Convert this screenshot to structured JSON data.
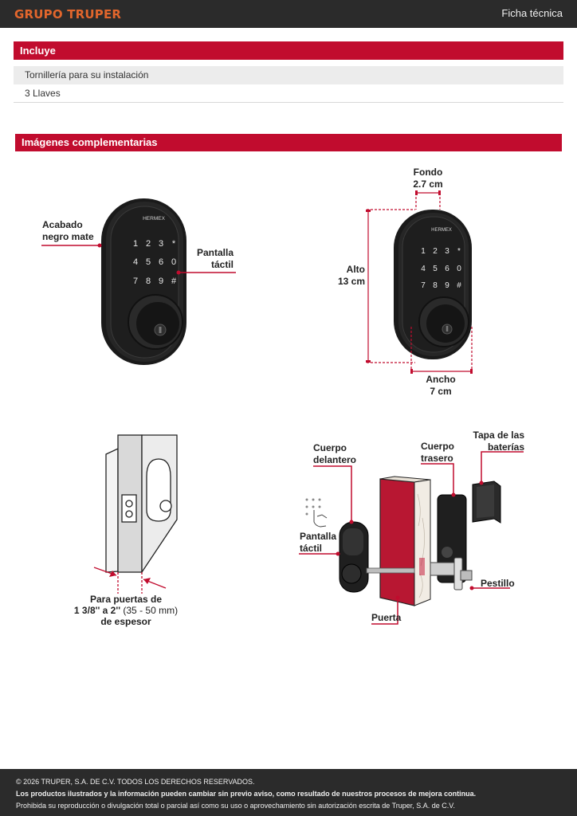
{
  "header": {
    "brand": "GRUPO TRUPER",
    "doc_type": "Ficha técnica"
  },
  "includes": {
    "title": "Incluye",
    "items": [
      "Tornillería para su instalación",
      "3 Llaves"
    ]
  },
  "images": {
    "title": "Imágenes complementarias",
    "lock_brand": "HERMEX",
    "keypad": [
      "1",
      "2",
      "3",
      "*",
      "4",
      "5",
      "6",
      "0",
      "7",
      "8",
      "9",
      "#"
    ],
    "labels": {
      "finish": [
        "Acabado",
        "negro mate"
      ],
      "screen": [
        "Pantalla",
        "táctil"
      ],
      "depth": [
        "Fondo",
        "2.7 cm"
      ],
      "height": [
        "Alto",
        "13 cm"
      ],
      "width": [
        "Ancho",
        "7 cm"
      ],
      "door_fit": [
        "Para puertas de",
        "1 3/8'' a 2''",
        "(35 - 50 mm)",
        "de espesor"
      ],
      "front_body": [
        "Cuerpo",
        "delantero"
      ],
      "rear_body": [
        "Cuerpo",
        "trasero"
      ],
      "battery_cover": [
        "Tapa de las",
        "baterías"
      ],
      "touch_screen": [
        "Pantalla",
        "táctil"
      ],
      "latch": "Pestillo",
      "door": "Puerta"
    }
  },
  "footer": {
    "copyright": "© 2026 TRUPER, S.A. DE C.V. TODOS LOS DERECHOS RESERVADOS.",
    "notice": "Los productos ilustrados y la información pueden cambiar sin previo aviso, como resultado de nuestros procesos de mejora continua.",
    "prohibition": "Prohibida su reproducción o divulgación total o parcial así como su uso o aprovechamiento sin autorización escrita de Truper, S.A. de C.V."
  },
  "colors": {
    "accent": "#c10c2e",
    "brand": "#e2662c",
    "dark": "#2b2b2b"
  }
}
